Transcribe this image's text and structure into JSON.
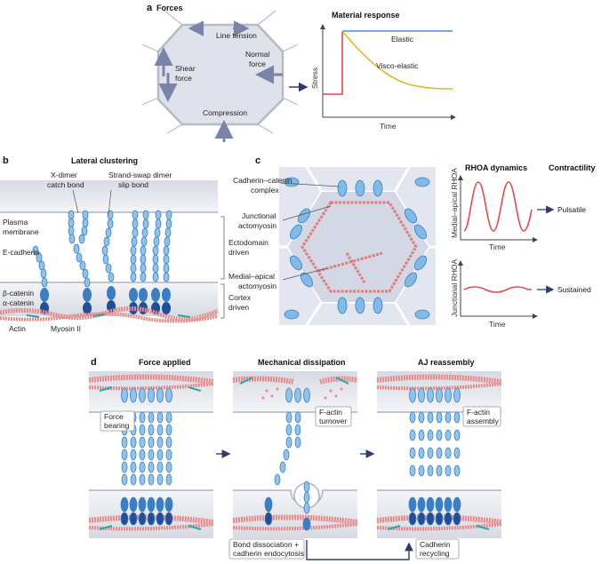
{
  "panel_a": {
    "letter": "a",
    "title": "Forces",
    "labels": {
      "line_tension": "Line tension",
      "shear_force": [
        "Shear",
        "force"
      ],
      "normal_force": [
        "Normal",
        "force"
      ],
      "compression": "Compression"
    },
    "chart": {
      "title": "Material response",
      "ylabel": "Stress",
      "xlabel": "Time",
      "series": [
        {
          "name": "Elastic",
          "color": "#4a90d9"
        },
        {
          "name": "Visco-elastic",
          "color": "#e0b52b"
        }
      ],
      "step_color": "#e04b4b"
    }
  },
  "panel_b": {
    "letter": "b",
    "title": "Lateral clustering",
    "labels": {
      "x_dimer": [
        "X-dimer",
        "catch bond"
      ],
      "strand_swap": [
        "Strand-swap dimer",
        "slip bond"
      ],
      "plasma_membrane": [
        "Plasma",
        "membrane"
      ],
      "e_cadherin": "E-cadherin",
      "ectodomain": [
        "Ectodomain",
        "driven"
      ],
      "beta_catenin": "β-catenin",
      "alpha_catenin": "α-catenin",
      "cortex": [
        "Cortex",
        "driven"
      ],
      "actin": "Actin",
      "myosin": "Myosin II"
    }
  },
  "panel_c": {
    "letter": "c",
    "labels": {
      "complex": [
        "Cadherin–catenin",
        "complex"
      ],
      "junctional": [
        "Junctional",
        "actomyosin"
      ],
      "medial": [
        "Medial–apical",
        "actomyosin"
      ]
    },
    "headers": {
      "rhoa": "RHOA dynamics",
      "contractility": "Contractility"
    },
    "plot_top": {
      "ylabel": "Medial–apical RHOA",
      "xlabel": "Time",
      "result": "Pulsatile"
    },
    "plot_bottom": {
      "ylabel": "Junctional RHOA",
      "xlabel": "Time",
      "result": "Sustained"
    },
    "curve_color": "#e04b4b"
  },
  "panel_d": {
    "letter": "d",
    "titles": [
      "Force applied",
      "Mechanical dissipation",
      "AJ reassembly"
    ],
    "callouts": {
      "force_bearing": [
        "Force",
        "bearing"
      ],
      "f_actin_turnover": [
        "F-actin",
        "turnover"
      ],
      "f_actin_assembly": [
        "F-actin",
        "assembly"
      ],
      "bond_dissociation": [
        "Bond dissociation +",
        "cadherin endocytosis"
      ],
      "cadherin_recycling": [
        "Cadherin",
        "recycling"
      ]
    }
  }
}
